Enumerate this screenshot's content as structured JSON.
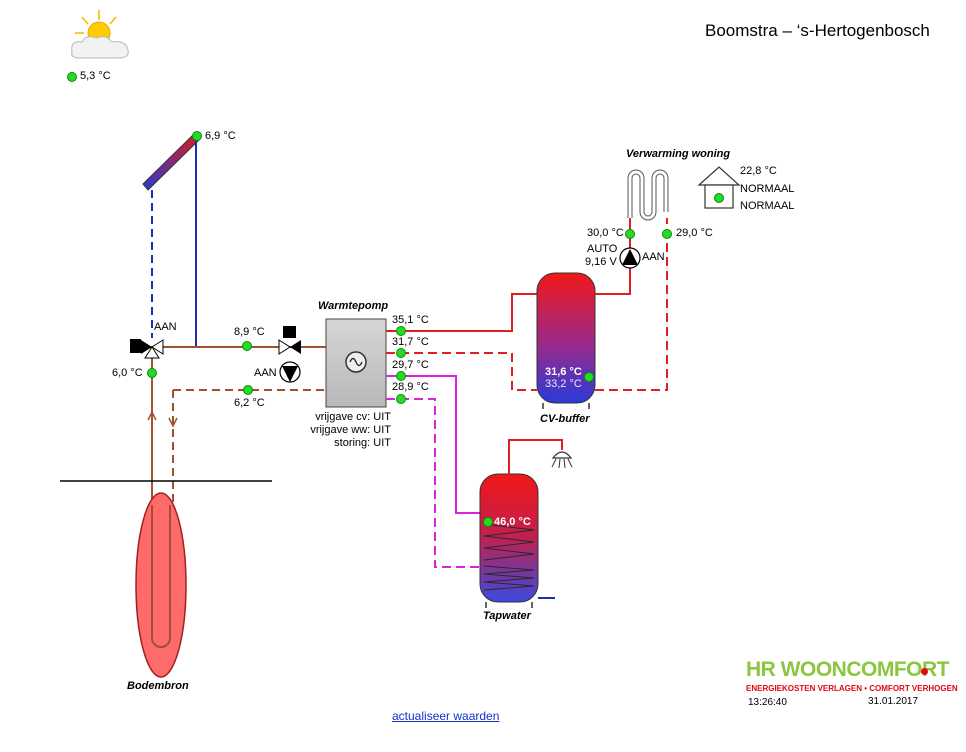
{
  "header": {
    "title": "Boomstra – ‘s-Hertogenbosch"
  },
  "weather": {
    "outdoor_temp": "5,3 °C"
  },
  "solar": {
    "collector_temp": "6,9 °C"
  },
  "ground": {
    "valve_state": "AAN",
    "return_temp": "6,0 °C",
    "source_label": "Bodembron"
  },
  "heatpump": {
    "label": "Warmtepomp",
    "inlet_temp": "8,9 °C",
    "outlet_temp": "6,2 °C",
    "pump_state": "AAN",
    "cv_release": "vrijgave cv: UIT",
    "ww_release": "vrijgave ww: UIT",
    "fault": "storing: UIT",
    "cv_supply": "35,1 °C",
    "cv_return": "31,7 °C",
    "ww_supply": "29,7 °C",
    "ww_return": "28,9 °C"
  },
  "buffer": {
    "label": "CV-buffer",
    "top_temp": "31,6 °C",
    "bottom_temp": "33,2 °C"
  },
  "tapwater": {
    "label": "Tapwater",
    "temp": "46,0 °C"
  },
  "heating": {
    "label": "Verwarming woning",
    "room_temp": "22,8 °C",
    "mode1": "NORMAAL",
    "mode2": "NORMAAL",
    "supply_temp": "30,0 °C",
    "return_temp": "29,0 °C",
    "pump_mode": "AUTO",
    "pump_voltage": "9,16 V",
    "pump_state": "AAN"
  },
  "footer": {
    "refresh_link": "actualiseer waarden",
    "time": "13:26:40",
    "date": "31.01.2017",
    "brand": "HR WOONCOMFORT",
    "tagline": "ENERGIEKOSTEN VERLAGEN • COMFORT VERHOGEN"
  },
  "colors": {
    "supply": "#e02020",
    "return": "#1a2fb0",
    "ground": "#a0522d",
    "tap": "#dd22dd",
    "status_ok": "#22dd22"
  }
}
